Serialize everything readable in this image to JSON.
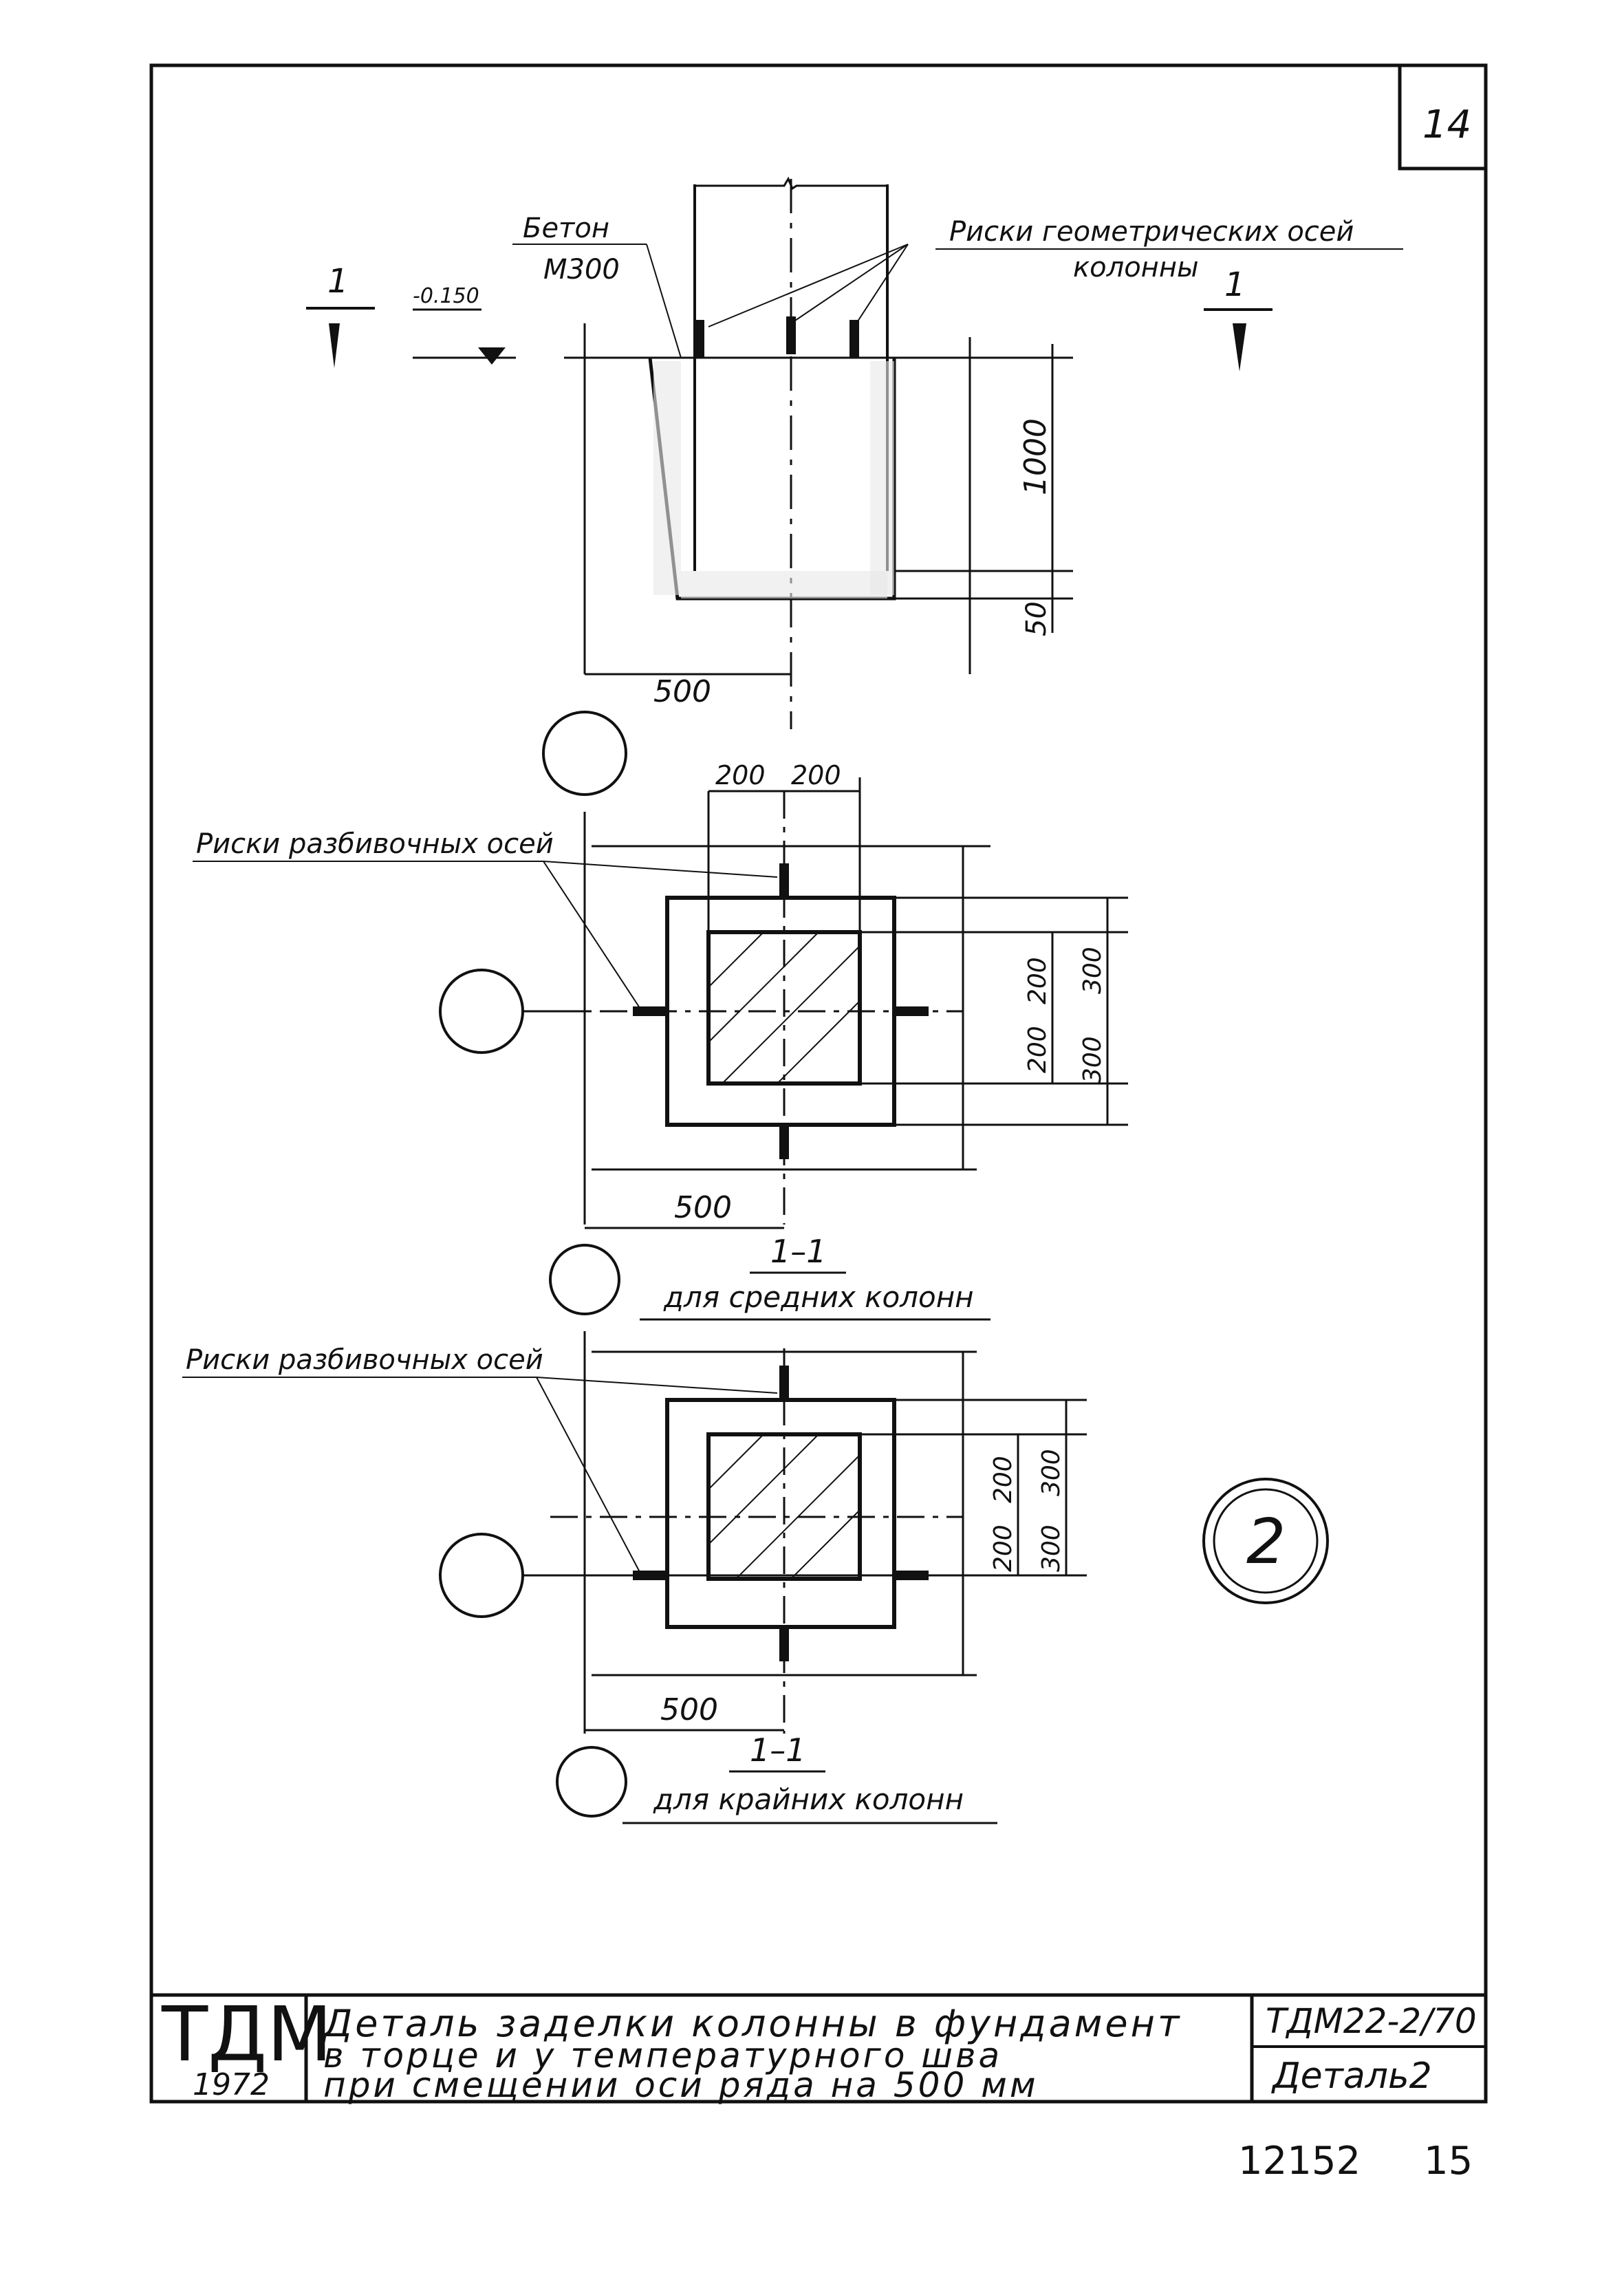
{
  "sheet": {
    "number": "14"
  },
  "labels": {
    "concrete_line1": "Бетон",
    "concrete_line2": "М300",
    "geom_axes_line1": "Риски геометрических осей",
    "geom_axes_line2": "колонны",
    "layout_axes_1": "Риски разбивочных осей",
    "layout_axes_2": "Риски разбивочных осей",
    "level": "-0.150",
    "cut_left": "1",
    "cut_right": "1",
    "detail_number": "2"
  },
  "dimensions": {
    "top_depth": "1000",
    "top_bottom": "50",
    "top_offset": "500",
    "mid_half_a": "200",
    "mid_half_b": "200",
    "mid_v1": "200",
    "mid_v2": "200",
    "mid_v3": "300",
    "mid_v4": "300",
    "mid_offset": "500",
    "bot_v1": "200",
    "bot_v2": "200",
    "bot_v3": "300",
    "bot_v4": "300",
    "bot_offset": "500"
  },
  "sections": {
    "mid_mark": "1–1",
    "mid_caption": "для средних колонн",
    "bot_mark": "1–1",
    "bot_caption": "для крайних колонн"
  },
  "title_block": {
    "org": "ТДМ",
    "year": "1972",
    "desc_line1": "Деталь заделки колонны в фундамент",
    "desc_line2": "в торце и у температурного шва",
    "desc_line3": "при смещении оси ряда на 500 мм",
    "code": "ТДМ22-2/70",
    "detail": "Деталь2"
  },
  "footer": {
    "archive_no": "12152",
    "page": "15"
  }
}
